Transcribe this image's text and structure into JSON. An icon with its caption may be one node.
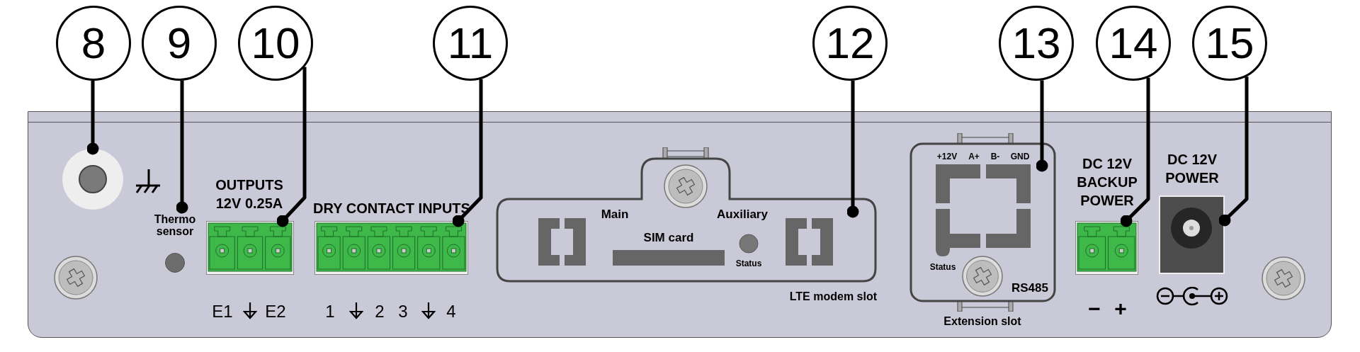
{
  "diagram": {
    "nodes": [
      {
        "text": [
          "8"
        ]
      },
      {
        "text": [
          "9"
        ]
      },
      {
        "text": [
          "10"
        ]
      },
      {
        "text": [
          "11"
        ]
      },
      {
        "text": [
          "12"
        ]
      },
      {
        "text": [
          "13"
        ]
      },
      {
        "text": [
          "14"
        ]
      },
      {
        "text": [
          "15"
        ]
      },
      {
        "text": [],
        "shape": "circle"
      },
      {
        "text": [
          "Thermo sensor"
        ]
      },
      {
        "text": [],
        "shape": "box",
        "beside": [
          "OUTPUTS 12V 0.25A"
        ]
      },
      {
        "text": [],
        "shape": "box",
        "beside": [
          "DRY CONTACT INPUTS"
        ]
      },
      {
        "text": [
          "Main",
          "Auxiliary",
          "Status"
        ],
        "beside": [
          "LTE modem slot"
        ]
      },
      {
        "text": [
          "+12V",
          "A+",
          "B-",
          "GND",
          "Status",
          "RS485"
        ],
        "beside": [
          "Extension slot"
        ]
      },
      {
        "text": [],
        "shape": "box",
        "beside": [
          "DC 12V BACKUP POWER"
        ]
      },
      {
        "text": [],
        "shape": "box",
        "beside": [
          "DC 12V POWER"
        ]
      },
      {
        "text": [
          "SIM card"
        ],
        "in": 12
      }
    ],
    "edges": [
      {
        "from": 0,
        "to": 8,
        "arrow": "other"
      },
      {
        "from": 1,
        "to": 9,
        "arrow": "other"
      },
      {
        "from": 2,
        "to": 10,
        "arrow": "other"
      },
      {
        "from": 3,
        "to": 11,
        "arrow": "other"
      },
      {
        "from": 4,
        "to": 12,
        "arrow": "other"
      },
      {
        "from": 5,
        "to": 13,
        "arrow": "other"
      },
      {
        "from": 6,
        "to": 14,
        "arrow": "other"
      },
      {
        "from": 7,
        "to": 15,
        "arrow": "other"
      }
    ],
    "labels": [
      "E1",
      "E2",
      "1",
      "2",
      "3",
      "4",
      "−",
      "+"
    ]
  }
}
